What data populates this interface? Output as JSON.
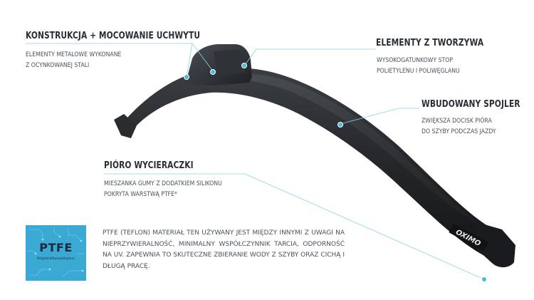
{
  "callouts": {
    "construction": {
      "title": "KONSTRUKCJA + MOCOWANIE UCHWYTU",
      "lines": [
        "ELEMENTY METALOWE WYKONANE",
        "Z OCYNKOWANEJ STALI"
      ]
    },
    "plastic": {
      "title": "ELEMENTY Z TWORZYWA",
      "lines": [
        "WYSOKOGATUNKOWY STOP",
        "POLIETYLENU I POLIWĘGLANU"
      ]
    },
    "spoiler": {
      "title": "WBUDOWANY SPOJLER",
      "lines": [
        "ZWIĘKSZA DOCISK PIÓRA",
        "DO SZYBY PODCZAS JAZDY"
      ]
    },
    "blade": {
      "title": "PIÓRO WYCIERACZKI",
      "lines": [
        "MIESZANKA GUMY Z DODATKIEM SILIKONU",
        "POKRYTA WARSTWĄ PTFE*"
      ]
    }
  },
  "note": "PTFE (TEFLON) MATERIAŁ TEN UŻYWANY JEST MIĘDZY INNYMI Z UWAGI NA NIEPRZYWIERALNOŚĆ, MINIMALNY WSPÓŁCZYNNIK TARCIA, ODPORNOŚĆ NA UV. ZAPEWNIA TO SKUTECZNE ZBIERANIE WODY Z SZYBY ORAZ CICHĄ I DŁUGĄ PRACĘ.",
  "badge": {
    "word": "PTFE",
    "sub": "Polytetrafluoroethylene"
  },
  "product": {
    "brand_mark": "OXIMO"
  },
  "colors": {
    "accent": "#4fb8dd",
    "badge": "#3aa9d4",
    "blade": "#1e2023"
  }
}
